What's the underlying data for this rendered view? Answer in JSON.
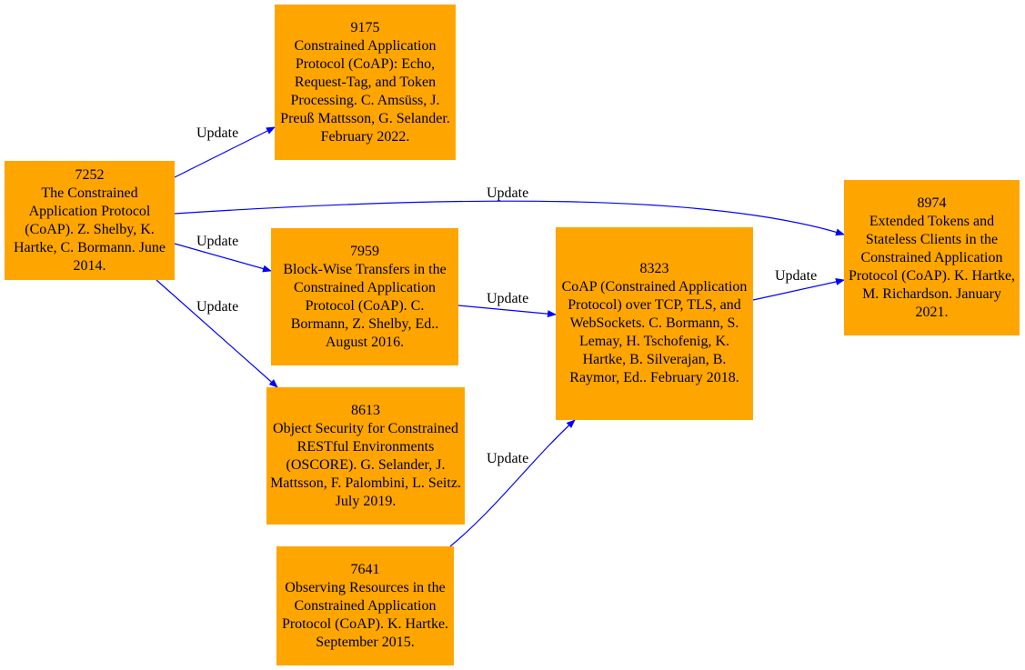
{
  "colors": {
    "node_fill": "#ffa500",
    "edge": "#0000ff",
    "text": "#000000",
    "background": "#ffffff"
  },
  "nodes": {
    "n7252": {
      "number": "7252",
      "description": "The Constrained Application Protocol (CoAP). Z. Shelby, K. Hartke, C. Bormann. June 2014."
    },
    "n9175": {
      "number": "9175",
      "description": "Constrained Application Protocol (CoAP): Echo, Request-Tag, and Token Processing. C. Amsüss, J. Preuß Mattsson, G. Selander. February 2022."
    },
    "n7959": {
      "number": "7959",
      "description": "Block-Wise Transfers in the Constrained Application Protocol (CoAP). C. Bormann, Z. Shelby, Ed.. August 2016."
    },
    "n8613": {
      "number": "8613",
      "description": "Object Security for Constrained RESTful Environments (OSCORE). G. Selander, J. Mattsson, F. Palombini, L. Seitz. July 2019."
    },
    "n7641": {
      "number": "7641",
      "description": "Observing Resources in the Constrained Application Protocol (CoAP). K. Hartke. September 2015."
    },
    "n8323": {
      "number": "8323",
      "description": "CoAP (Constrained Application Protocol) over TCP, TLS, and WebSockets. C. Bormann, S. Lemay, H. Tschofenig, K. Hartke, B. Silverajan, B. Raymor, Ed.. February 2018."
    },
    "n8974": {
      "number": "8974",
      "description": "Extended Tokens and Stateless Clients in the Constrained Application Protocol (CoAP). K. Hartke, M. Richardson. January 2021."
    }
  },
  "edges": {
    "e7252_9175": {
      "from": "7252",
      "to": "9175",
      "label": "Update"
    },
    "e7252_8974": {
      "from": "7252",
      "to": "8974",
      "label": "Update"
    },
    "e7252_7959": {
      "from": "7252",
      "to": "7959",
      "label": "Update"
    },
    "e7252_8613": {
      "from": "7252",
      "to": "8613",
      "label": "Update"
    },
    "e7959_8323": {
      "from": "7959",
      "to": "8323",
      "label": "Update"
    },
    "e8323_8974": {
      "from": "8323",
      "to": "8974",
      "label": "Update"
    },
    "e7641_8323": {
      "from": "7641",
      "to": "8323",
      "label": "Update"
    }
  }
}
